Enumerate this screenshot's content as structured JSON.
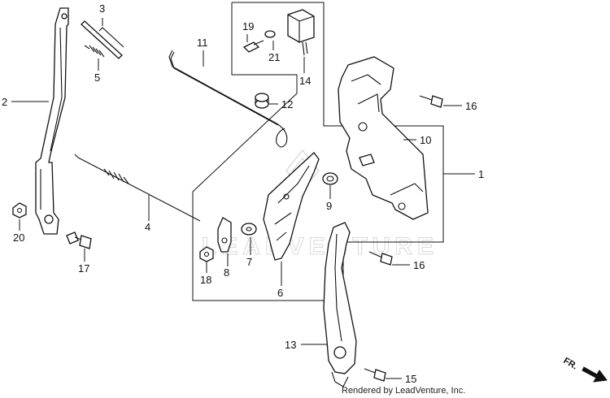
{
  "labels": {
    "l1": "1",
    "l2": "2",
    "l3": "3",
    "l4": "4",
    "l5": "5",
    "l6": "6",
    "l7": "7",
    "l8": "8",
    "l9": "9",
    "l10": "10",
    "l11": "11",
    "l12": "12",
    "l13": "13",
    "l14": "14",
    "l15": "15",
    "l16a": "16",
    "l16b": "16",
    "l17": "17",
    "l18": "18",
    "l19": "19",
    "l20": "20",
    "l21": "21"
  },
  "direction_marker": "FR.",
  "credit": "Rendered by LeadVenture, Inc.",
  "watermark": "LEADVENTURE",
  "colors": {
    "line": "#111111",
    "background": "#ffffff",
    "watermark": "#d8d8d8"
  }
}
